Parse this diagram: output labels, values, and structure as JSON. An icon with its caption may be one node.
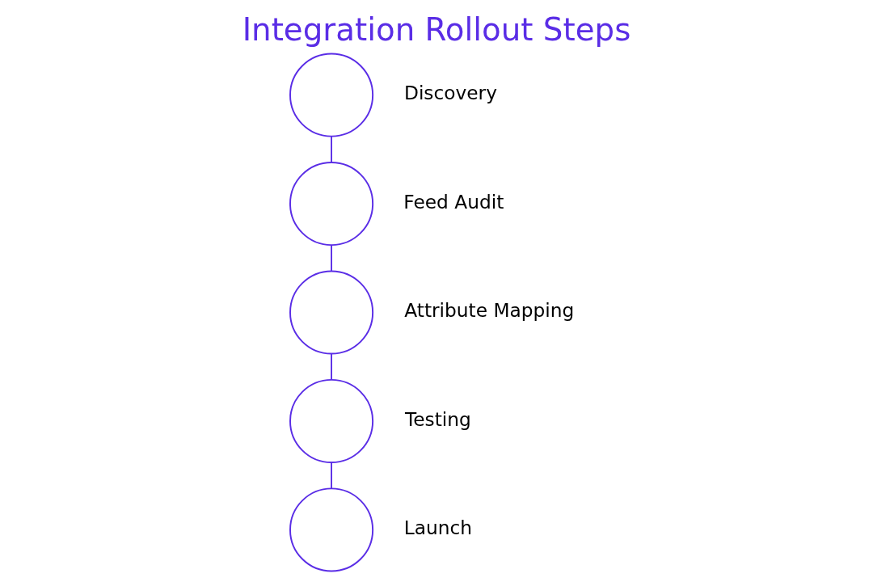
{
  "diagram": {
    "title": "Integration Rollout Steps",
    "nodes": [
      {
        "text": [],
        "shape": "circle",
        "beside": [
          "Discovery"
        ]
      },
      {
        "text": [],
        "shape": "circle",
        "beside": [
          "Feed Audit"
        ]
      },
      {
        "text": [],
        "shape": "circle",
        "beside": [
          "Attribute Mapping"
        ]
      },
      {
        "text": [],
        "shape": "circle",
        "beside": [
          "Testing"
        ]
      },
      {
        "text": [],
        "shape": "circle",
        "beside": [
          "Launch"
        ]
      }
    ],
    "edges": [
      {
        "from": 0,
        "to": 1,
        "arrow": "none"
      },
      {
        "from": 1,
        "to": 2,
        "arrow": "none"
      },
      {
        "from": 2,
        "to": 3,
        "arrow": "none"
      },
      {
        "from": 3,
        "to": 4,
        "arrow": "none"
      }
    ]
  }
}
